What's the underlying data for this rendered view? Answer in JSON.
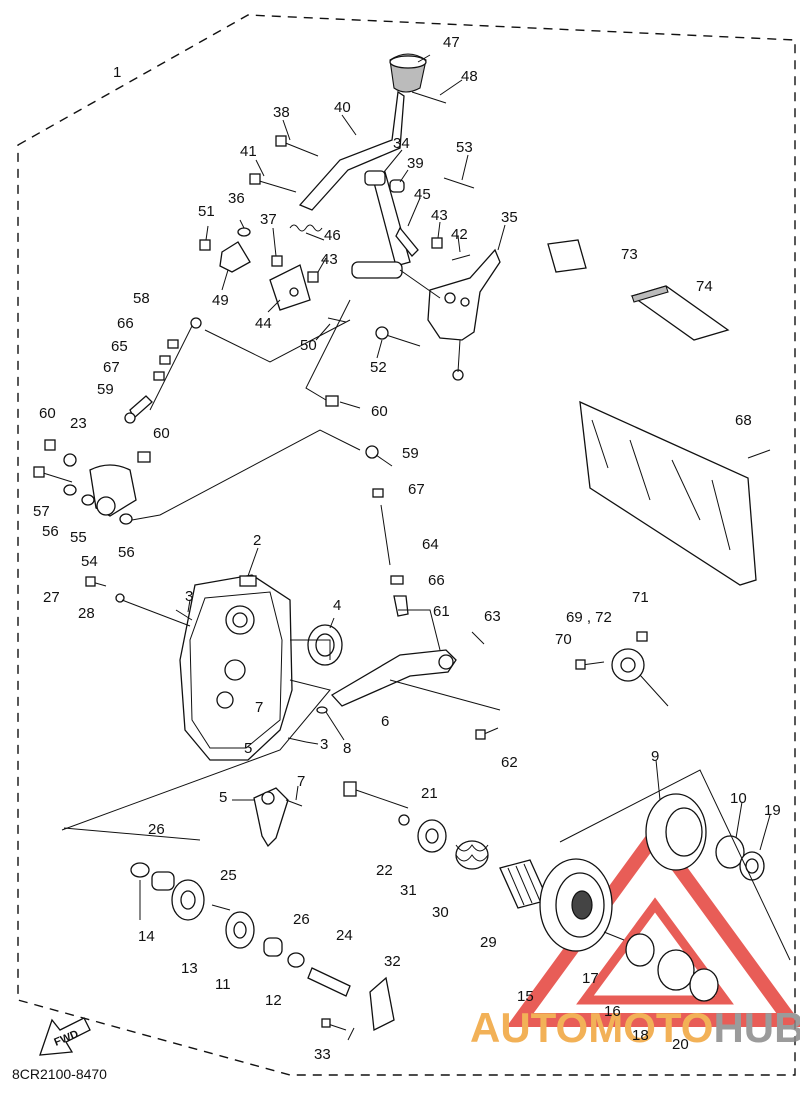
{
  "document_code": "8CR2100-8470",
  "fwd_label": "FWD",
  "watermark": {
    "text_part1": "AUTO",
    "text_part2": "MOTO",
    "text_part3": "HUB",
    "color_red": "#e4413a",
    "color_orange": "#f0a43a",
    "color_grey": "#8a8a8a"
  },
  "callouts": [
    {
      "id": "c1",
      "text": "1"
    },
    {
      "id": "c47",
      "text": "47"
    },
    {
      "id": "c48",
      "text": "48"
    },
    {
      "id": "c40",
      "text": "40"
    },
    {
      "id": "c38",
      "text": "38"
    },
    {
      "id": "c34",
      "text": "34"
    },
    {
      "id": "c53",
      "text": "53"
    },
    {
      "id": "c41",
      "text": "41"
    },
    {
      "id": "c39",
      "text": "39"
    },
    {
      "id": "c45",
      "text": "45"
    },
    {
      "id": "c35",
      "text": "35"
    },
    {
      "id": "c51",
      "text": "51"
    },
    {
      "id": "c36",
      "text": "36"
    },
    {
      "id": "c37",
      "text": "37"
    },
    {
      "id": "c43a",
      "text": "43"
    },
    {
      "id": "c42",
      "text": "42"
    },
    {
      "id": "c46",
      "text": "46"
    },
    {
      "id": "c43b",
      "text": "43"
    },
    {
      "id": "c73",
      "text": "73"
    },
    {
      "id": "c49",
      "text": "49"
    },
    {
      "id": "c44",
      "text": "44"
    },
    {
      "id": "c74",
      "text": "74"
    },
    {
      "id": "c58",
      "text": "58"
    },
    {
      "id": "c66a",
      "text": "66"
    },
    {
      "id": "c50",
      "text": "50"
    },
    {
      "id": "c65",
      "text": "65"
    },
    {
      "id": "c52",
      "text": "52"
    },
    {
      "id": "c67a",
      "text": "67"
    },
    {
      "id": "c59a",
      "text": "59"
    },
    {
      "id": "c60a",
      "text": "60"
    },
    {
      "id": "c60b",
      "text": "60"
    },
    {
      "id": "c23",
      "text": "23"
    },
    {
      "id": "c68",
      "text": "68"
    },
    {
      "id": "c60c",
      "text": "60"
    },
    {
      "id": "c59b",
      "text": "59"
    },
    {
      "id": "c57",
      "text": "57"
    },
    {
      "id": "c67b",
      "text": "67"
    },
    {
      "id": "c56a",
      "text": "56"
    },
    {
      "id": "c55",
      "text": "55"
    },
    {
      "id": "c54",
      "text": "54"
    },
    {
      "id": "c56b",
      "text": "56"
    },
    {
      "id": "c64",
      "text": "64"
    },
    {
      "id": "c2",
      "text": "2"
    },
    {
      "id": "c66b",
      "text": "66"
    },
    {
      "id": "c27",
      "text": "27"
    },
    {
      "id": "c28",
      "text": "28"
    },
    {
      "id": "c3a",
      "text": "3"
    },
    {
      "id": "c4",
      "text": "4"
    },
    {
      "id": "c61",
      "text": "61"
    },
    {
      "id": "c63",
      "text": "63"
    },
    {
      "id": "c71",
      "text": "71"
    },
    {
      "id": "c6972",
      "text": "69 , 72"
    },
    {
      "id": "c70",
      "text": "70"
    },
    {
      "id": "c7a",
      "text": "7"
    },
    {
      "id": "c6",
      "text": "6"
    },
    {
      "id": "c5a",
      "text": "5"
    },
    {
      "id": "c3b",
      "text": "3"
    },
    {
      "id": "c8",
      "text": "8"
    },
    {
      "id": "c62",
      "text": "62"
    },
    {
      "id": "c9",
      "text": "9"
    },
    {
      "id": "c7b",
      "text": "7"
    },
    {
      "id": "c5b",
      "text": "5"
    },
    {
      "id": "c21",
      "text": "21"
    },
    {
      "id": "c10",
      "text": "10"
    },
    {
      "id": "c19",
      "text": "19"
    },
    {
      "id": "c26a",
      "text": "26"
    },
    {
      "id": "c22",
      "text": "22"
    },
    {
      "id": "c31",
      "text": "31"
    },
    {
      "id": "c25",
      "text": "25"
    },
    {
      "id": "c30",
      "text": "30"
    },
    {
      "id": "c14",
      "text": "14"
    },
    {
      "id": "c26b",
      "text": "26"
    },
    {
      "id": "c29",
      "text": "29"
    },
    {
      "id": "c24",
      "text": "24"
    },
    {
      "id": "c13",
      "text": "13"
    },
    {
      "id": "c11",
      "text": "11"
    },
    {
      "id": "c32",
      "text": "32"
    },
    {
      "id": "c17",
      "text": "17"
    },
    {
      "id": "c15",
      "text": "15"
    },
    {
      "id": "c12",
      "text": "12"
    },
    {
      "id": "c16",
      "text": "16"
    },
    {
      "id": "c18",
      "text": "18"
    },
    {
      "id": "c20",
      "text": "20"
    },
    {
      "id": "c33",
      "text": "33"
    }
  ]
}
